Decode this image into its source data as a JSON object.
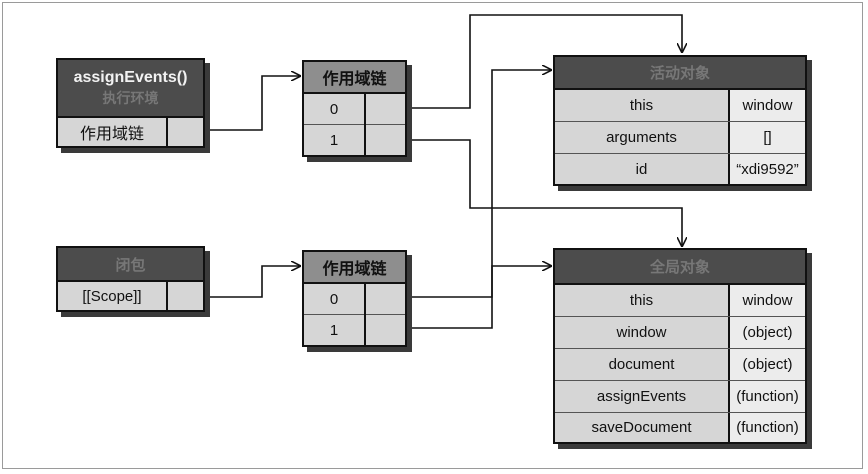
{
  "exec_context": {
    "title": "assignEvents()",
    "subtitle": "执行环境",
    "scope_label": "作用域链"
  },
  "closure_box": {
    "title": "闭包",
    "scope_label": "[[Scope]]"
  },
  "scope_chain_top": {
    "title": "作用域链",
    "rows": [
      "0",
      "1"
    ]
  },
  "scope_chain_bottom": {
    "title": "作用域链",
    "rows": [
      "0",
      "1"
    ]
  },
  "activation_object": {
    "title": "活动对象",
    "rows": [
      {
        "key": "this",
        "value": "window"
      },
      {
        "key": "arguments",
        "value": "[]"
      },
      {
        "key": "id",
        "value": "“xdi9592”"
      }
    ]
  },
  "global_object": {
    "title": "全局对象",
    "rows": [
      {
        "key": "this",
        "value": "window"
      },
      {
        "key": "window",
        "value": "(object)"
      },
      {
        "key": "document",
        "value": "(object)"
      },
      {
        "key": "assignEvents",
        "value": "(function)"
      },
      {
        "key": "saveDocument",
        "value": "(function)"
      }
    ]
  },
  "colors": {
    "header": "#4c4c4c",
    "body": "#d6d6d6",
    "key_column": "#d6d6d6",
    "value_column": "#ececec"
  }
}
